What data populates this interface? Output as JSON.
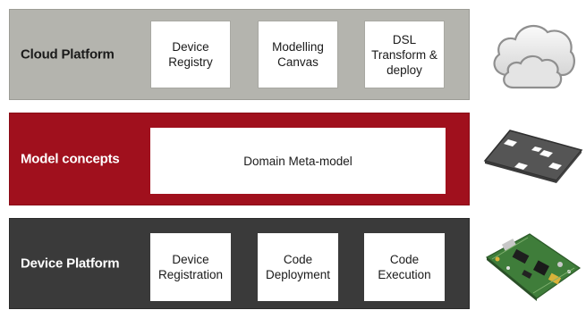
{
  "layers": {
    "cloud": {
      "label": "Cloud Platform",
      "boxes": [
        "Device\nRegistry",
        "Modelling\nCanvas",
        "DSL\nTransform &\ndeploy"
      ]
    },
    "model": {
      "label": "Model concepts",
      "boxes": [
        "Domain Meta-model"
      ]
    },
    "device": {
      "label": "Device Platform",
      "boxes": [
        "Device\nRegistration",
        "Code\nDeployment",
        "Code\nExecution"
      ]
    }
  },
  "icons": {
    "cloud": "cloud-icon",
    "model": "platform-grid-icon",
    "device": "circuit-board-icon"
  },
  "colors": {
    "cloud_layer": "#b4b4ae",
    "model_layer": "#a0101d",
    "device_layer": "#3a3a3a"
  }
}
